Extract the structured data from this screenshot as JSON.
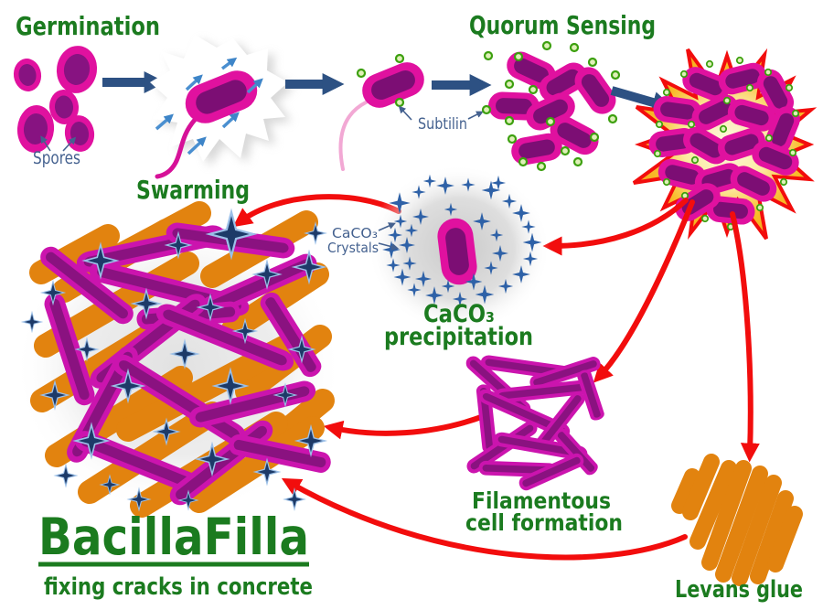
{
  "diagram": {
    "stage_labels": {
      "germination": "Germination",
      "spores": "Spores",
      "swarming": "Swarming",
      "quorum_sensing": "Quorum Sensing",
      "subtilin": "Subtilin",
      "crystals_line1": "CaCO₃",
      "crystals_line2": "Crystals",
      "precipitation_line1": "CaCO₃",
      "precipitation_line2": "precipitation",
      "filamentous_line1": "Filamentous",
      "filamentous_line2": "cell formation",
      "levans": "Levans glue"
    },
    "title": "BacillaFilla",
    "subtitle": "fixing cracks in concrete",
    "colors": {
      "heading_green": "#1b7b1f",
      "cell_magenta": "#e0119f",
      "cell_inner_purple": "#7c0e74",
      "filament_purple": "#8a1280",
      "filament_border": "#cb14ae",
      "levans_orange": "#e2830f",
      "arrow_red": "#f20d0d",
      "arrow_navy": "#2d5183",
      "annotation_blue": "#44618f",
      "crystal_star_blue": "#2e61a7",
      "concrete_star_navy": "#1d3a68",
      "subtilin_dot_green": "#3da00f",
      "burst_yellow": "#f7b827"
    }
  }
}
